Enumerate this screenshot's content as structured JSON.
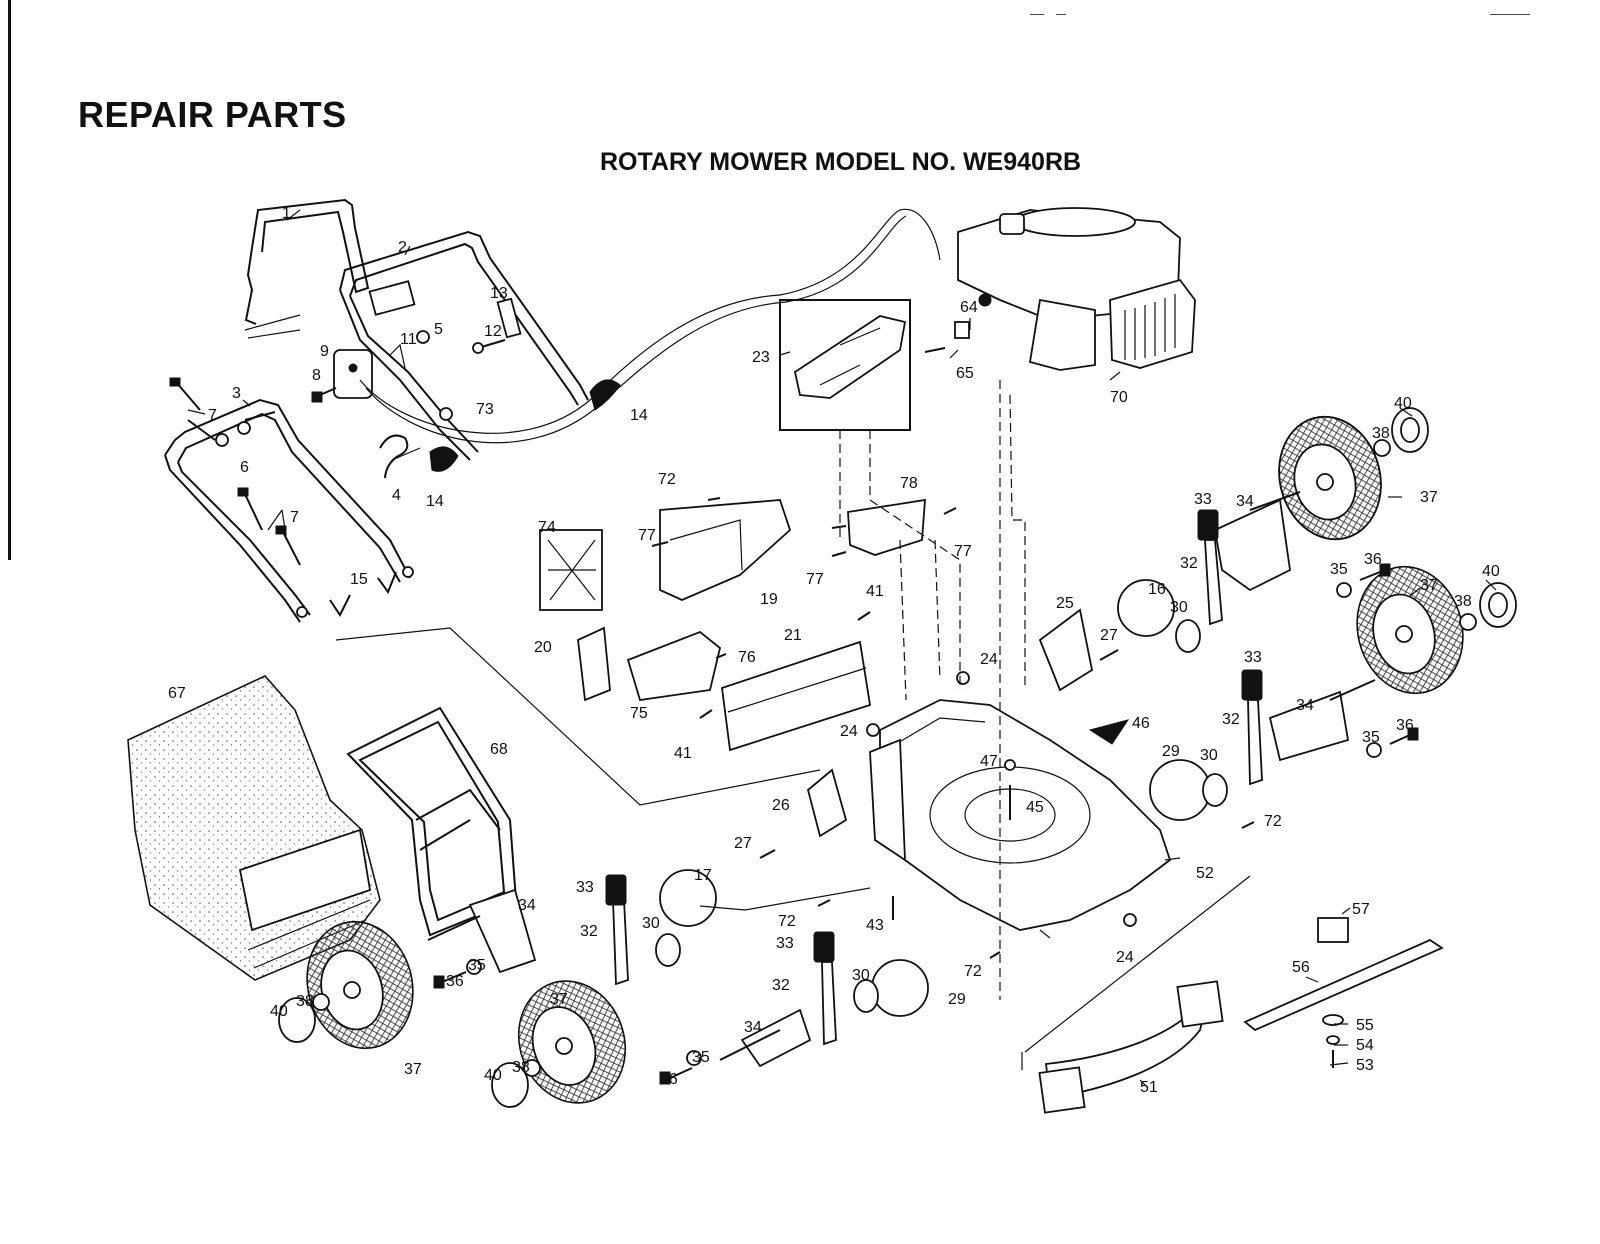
{
  "header": {
    "title": "REPAIR PARTS",
    "subtitle": "ROTARY MOWER MODEL NO. WE940RB"
  },
  "callouts": {
    "c1": "1",
    "c2": "2",
    "c3": "3",
    "c4": "4",
    "c5": "5",
    "c6": "6",
    "c7a": "7",
    "c7b": "7",
    "c8": "8",
    "c9": "9",
    "c11": "11",
    "c12": "12",
    "c13": "13",
    "c14a": "14",
    "c14b": "14",
    "c15": "15",
    "c16": "16",
    "c17": "17",
    "c19": "19",
    "c20": "20",
    "c21": "21",
    "c23": "23",
    "c24a": "24",
    "c24b": "24",
    "c24c": "24",
    "c25": "25",
    "c26": "26",
    "c27a": "27",
    "c27b": "27",
    "c29a": "29",
    "c29b": "29",
    "c30a": "30",
    "c30b": "30",
    "c30c": "30",
    "c30d": "30",
    "c32a": "32",
    "c32b": "32",
    "c32c": "32",
    "c32d": "32",
    "c33a": "33",
    "c33b": "33",
    "c33c": "33",
    "c33d": "33",
    "c34a": "34",
    "c34b": "34",
    "c34c": "34",
    "c34d": "34",
    "c35a": "35",
    "c35b": "35",
    "c35c": "35",
    "c35d": "35",
    "c36a": "36",
    "c36b": "36",
    "c36c": "36",
    "c36d": "36",
    "c37a": "37",
    "c37b": "37",
    "c37c": "37",
    "c37d": "37",
    "c38a": "38",
    "c38b": "38",
    "c38c": "38",
    "c38d": "38",
    "c40a": "40",
    "c40b": "40",
    "c40c": "40",
    "c40d": "40",
    "c41a": "41",
    "c41b": "41",
    "c43": "43",
    "c45": "45",
    "c46": "46",
    "c47": "47",
    "c51": "51",
    "c52": "52",
    "c53": "53",
    "c54": "54",
    "c55": "55",
    "c56": "56",
    "c57": "57",
    "c64": "64",
    "c65": "65",
    "c67": "67",
    "c68": "68",
    "c70": "70",
    "c72a": "72",
    "c72b": "72",
    "c72c": "72",
    "c72d": "72",
    "c73": "73",
    "c74": "74",
    "c75": "75",
    "c76": "76",
    "c77a": "77",
    "c77b": "77",
    "c77c": "77",
    "c78": "78"
  },
  "colors": {
    "ink": "#111111",
    "paper": "#ffffff"
  }
}
